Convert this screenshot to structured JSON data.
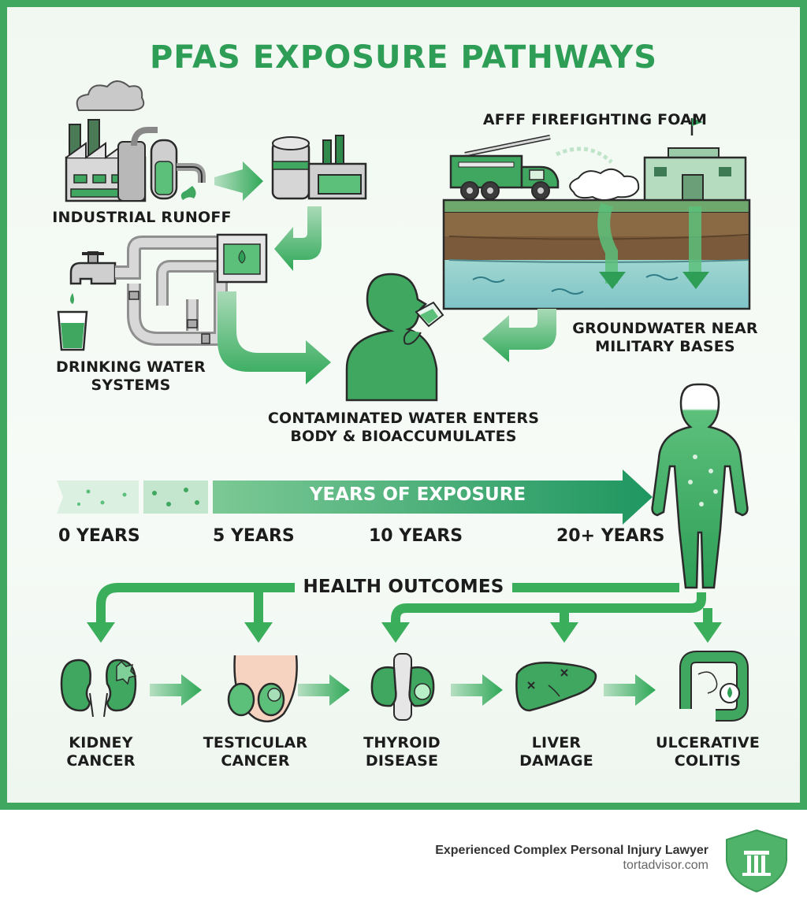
{
  "title": "PFAS EXPOSURE PATHWAYS",
  "sources": {
    "industrial": "INDUSTRIAL RUNOFF",
    "afff": "AFFF FIREFIGHTING FOAM",
    "drinking_line1": "DRINKING WATER",
    "drinking_line2": "SYSTEMS",
    "groundwater_line1": "GROUNDWATER NEAR",
    "groundwater_line2": "MILITARY BASES"
  },
  "center": {
    "line1": "CONTAMINATED WATER ENTERS",
    "line2": "BODY & BIOACCUMULATES"
  },
  "timeline": {
    "banner": "YEARS OF EXPOSURE",
    "labels": [
      "0 YEARS",
      "5 YEARS",
      "10 YEARS",
      "20+ YEARS"
    ]
  },
  "outcomes": {
    "header": "HEALTH OUTCOMES",
    "items": [
      {
        "line1": "KIDNEY",
        "line2": "CANCER"
      },
      {
        "line1": "TESTICULAR",
        "line2": "CANCER"
      },
      {
        "line1": "THYROID",
        "line2": "DISEASE"
      },
      {
        "line1": "LIVER",
        "line2": "DAMAGE"
      },
      {
        "line1": "ULCERATIVE",
        "line2": "COLITIS"
      }
    ]
  },
  "footer": {
    "line1": "Experienced Complex Personal Injury Lawyer",
    "line2": "tortadvisor.com"
  },
  "colors": {
    "brand_green": "#2e9e57",
    "border_green": "#3fa75f",
    "arrow_green": "#3bae5c",
    "dark_outline": "#2a2a2a"
  },
  "icons": [
    "factory-icon",
    "treatment-plant-icon",
    "fire-truck-icon",
    "military-base-icon",
    "faucet-icon",
    "water-glass-icon",
    "pipes-icon",
    "person-drinking-icon",
    "body-silhouette-icon",
    "kidney-icon",
    "testes-icon",
    "thyroid-icon",
    "liver-icon",
    "colon-icon",
    "shield-pillar-logo-icon"
  ]
}
